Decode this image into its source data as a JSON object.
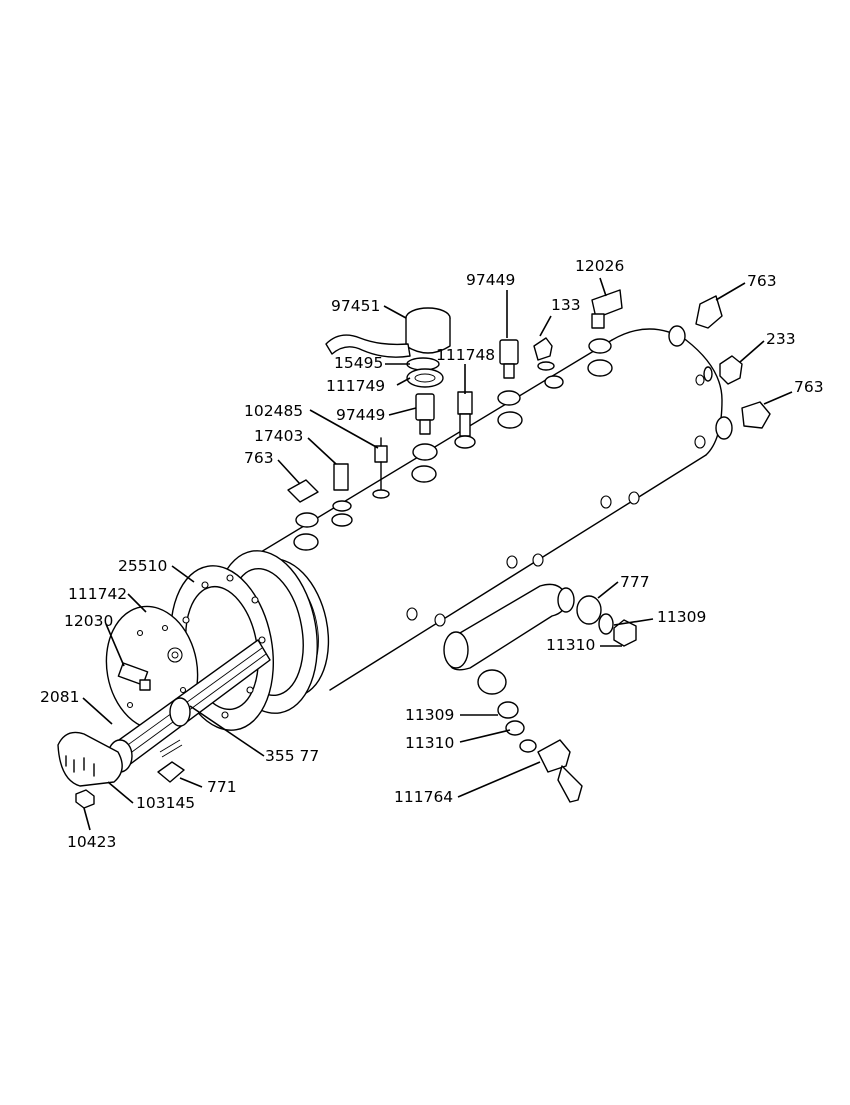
{
  "labels": {
    "l_97451": "97451",
    "l_97449_top": "97449",
    "l_12026": "12026",
    "l_763_top": "763",
    "l_133": "133",
    "l_233": "233",
    "l_15495": "15495",
    "l_111748": "111748",
    "l_111749": "111749",
    "l_763_right": "763",
    "l_102485": "102485",
    "l_97449_mid": "97449",
    "l_17403": "17403",
    "l_763_left": "763",
    "l_25510": "25510",
    "l_111742": "111742",
    "l_12030": "12030",
    "l_777": "777",
    "l_11309_right": "11309",
    "l_11310_right": "11310",
    "l_2081": "2081",
    "l_35577": "355 77",
    "l_11309_low": "11309",
    "l_11310_low": "11310",
    "l_771": "771",
    "l_103145": "103145",
    "l_111764": "111764",
    "l_10423": "10423"
  }
}
